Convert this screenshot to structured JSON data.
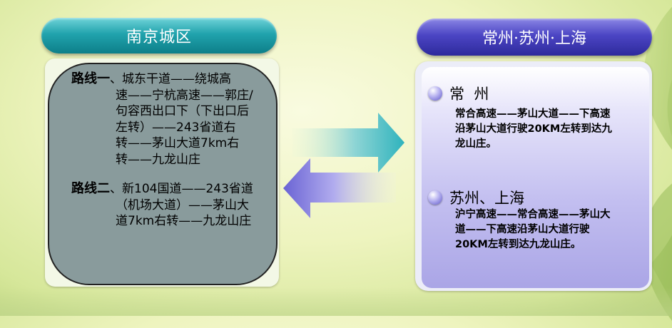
{
  "left_panel": {
    "title": "南京城区",
    "route1": {
      "label": "路线一",
      "lines": [
        "、城东干道——绕城高",
        "速——宁杭高速——郭庄/",
        "句容西出口下（下出口后",
        "左转）——243省道右",
        "转——茅山大道7km右",
        "转——九龙山庄"
      ]
    },
    "route2": {
      "label": "路线二",
      "lines": [
        "、新104国道——243省道",
        "（机场大道）——茅山大",
        "道7km右转——九龙山庄"
      ]
    }
  },
  "right_panel": {
    "title": "常州·苏州·上海",
    "changzhou": {
      "title": "常  州",
      "lines": [
        "常合高速——茅山大道——下高速",
        "沿茅山大道行驶20KM左转到达九",
        "龙山庄。"
      ]
    },
    "suzhou_shanghai": {
      "title": "苏州、上海",
      "lines": [
        "沪宁高速——常合高速——茅山大",
        "道——下高速沿茅山大道行驶",
        "20KM左转到达九龙山庄。"
      ]
    }
  },
  "colors": {
    "left_header": "#21a3ad",
    "left_body": "#899b9c",
    "right_header": "#4b45c4",
    "right_body": "#c3bff0",
    "arrow_right": "#2fb3bd",
    "arrow_left": "#6a63d4"
  },
  "icons": [
    "arrow-right-icon",
    "arrow-left-icon",
    "bullet-icon"
  ]
}
